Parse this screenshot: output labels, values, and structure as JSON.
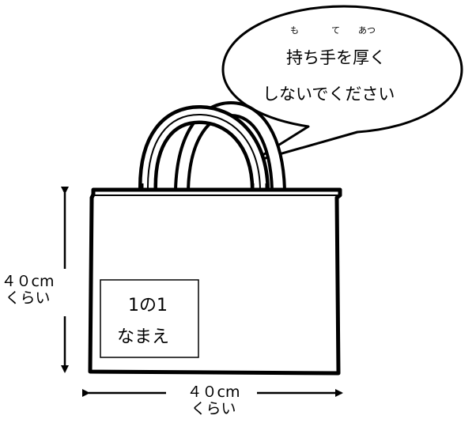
{
  "bubble": {
    "ruby": {
      "mo": "も",
      "te": "て",
      "atsu": "あつ"
    },
    "line1": "持ち手を厚く",
    "line2": "しないでください"
  },
  "height_label": {
    "value": "４０cm",
    "approx": "くらい"
  },
  "width_label": {
    "value": "４０cm",
    "approx": "くらい"
  },
  "name_tag": {
    "line1": "1の1",
    "line2": "なまえ"
  }
}
